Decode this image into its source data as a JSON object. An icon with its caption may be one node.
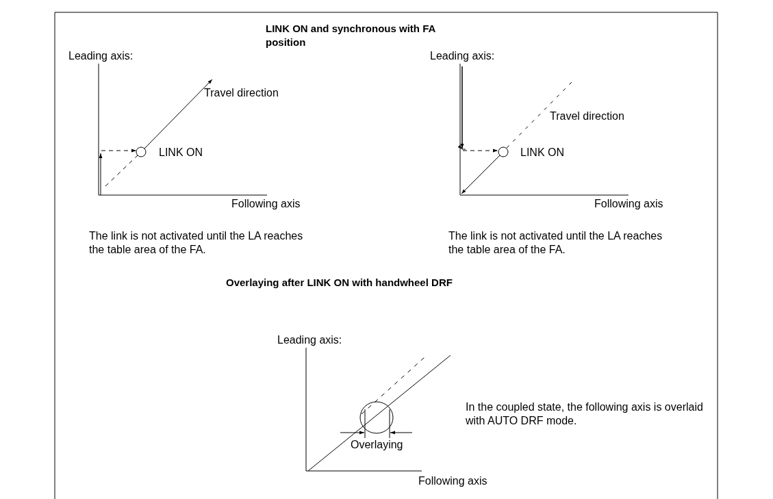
{
  "diagram": {
    "labels": [
      "LINK ON and synchronous with FA position",
      "Leading axis:",
      "Leading axis:",
      "Travel direction",
      "Travel direction",
      "LINK ON",
      "LINK ON",
      "Following axis",
      "Following axis",
      "The link is not activated until the LA reaches the table area of the FA.",
      "The link is not activated until the LA reaches the table area of the FA.",
      "Overlaying after LINK ON with handwheel DRF",
      "Leading axis:",
      "In the coupled state, the following axis is overlaid with AUTO DRF mode.",
      "Overlaying",
      "Following axis"
    ]
  }
}
